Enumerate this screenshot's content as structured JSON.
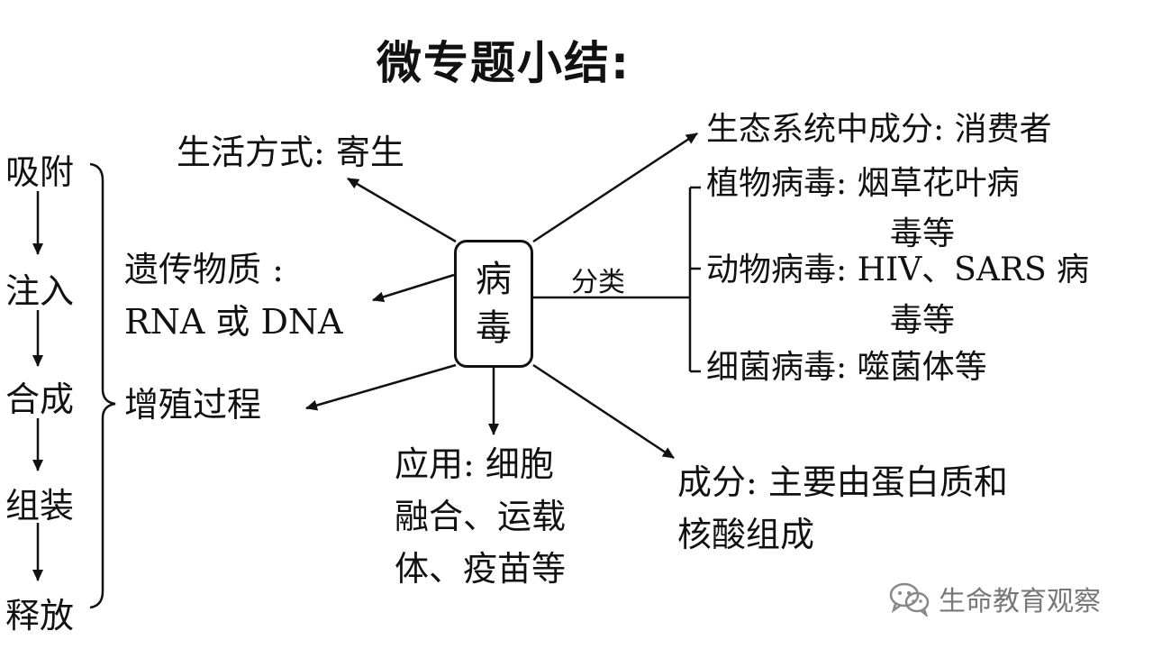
{
  "title": "微专题小结:",
  "center": {
    "line1": "病",
    "line2": "毒"
  },
  "stages": [
    "吸附",
    "注入",
    "合成",
    "组装",
    "释放"
  ],
  "lifestyle": "生活方式: 寄生",
  "genetic": {
    "line1": "遗传物质 :",
    "line2": "RNA 或 DNA"
  },
  "reproduction": "增殖过程",
  "application": {
    "line1": "应用: 细胞",
    "line2": "融合、运载",
    "line3": "体、疫苗等"
  },
  "composition": {
    "line1": "成分: 主要由蛋白质和",
    "line2": "核酸组成"
  },
  "ecosystem": "生态系统中成分: 消费者",
  "classify_label": "分类",
  "plant_virus": {
    "line1": "植物病毒: 烟草花叶病",
    "line2": "毒等"
  },
  "animal_virus": {
    "line1": "动物病毒: HIV、SARS 病",
    "line2": "毒等"
  },
  "bacterial_virus": "细菌病毒: 噬菌体等",
  "watermark": "生命教育观察",
  "icon": "wechat-icon"
}
